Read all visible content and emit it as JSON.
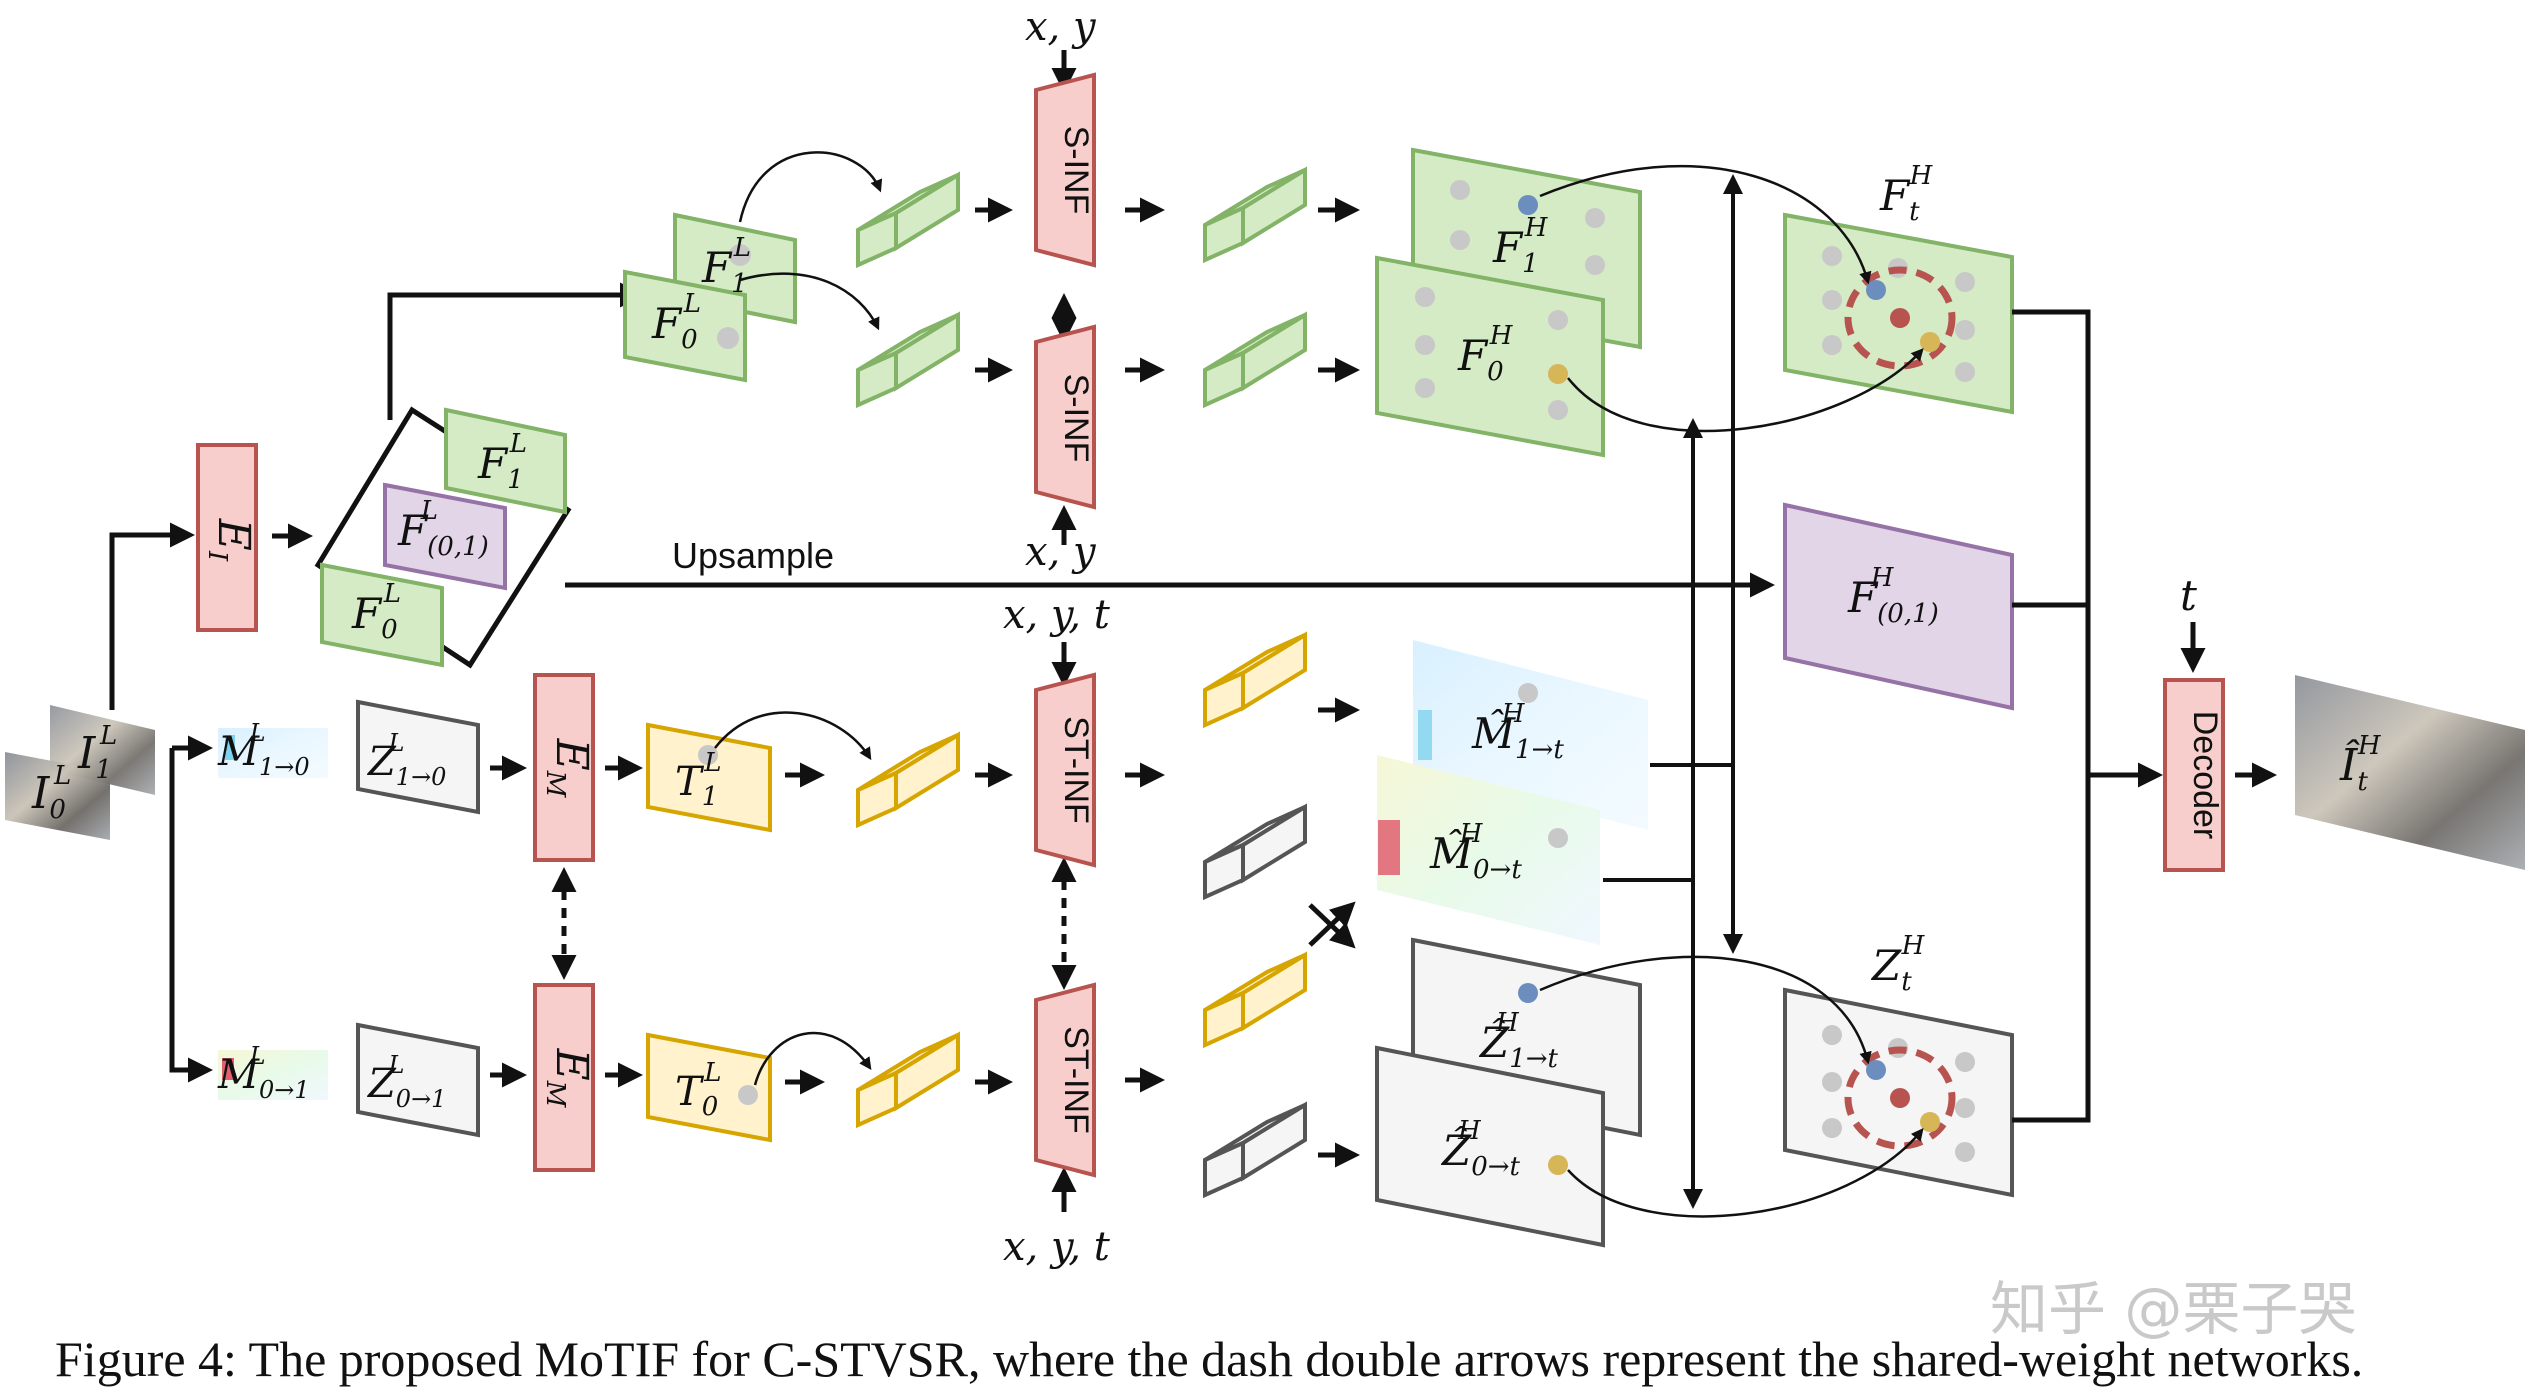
{
  "labels": {
    "ei_main": "E",
    "ei_sub": "I",
    "em_main": "E",
    "em_sub": "M",
    "upsample": "Upsample",
    "s_inf": "S-INF",
    "st_inf": "ST-INF",
    "decoder": "Decoder",
    "xy": "x, y",
    "xyt": "x, y, t",
    "t": "t",
    "f1l_main": "F",
    "f1l_sub": "1",
    "f1l_sup": "L",
    "f0l_main": "F",
    "f0l_sub": "0",
    "f0l_sup": "L",
    "f01l_main": "F",
    "f01l_sub": "(0,1)",
    "f01l_sup": "L",
    "f1h_main": "F",
    "f1h_sub": "1",
    "f1h_sup": "H",
    "f0h_main": "F",
    "f0h_sub": "0",
    "f0h_sup": "H",
    "fth_main": "F",
    "fth_sub": "t",
    "fth_sup": "H",
    "f01h_main": "F",
    "f01h_sub": "(0,1)",
    "f01h_sup": "H",
    "i0l_main": "I",
    "i0l_sub": "0",
    "i0l_sup": "L",
    "i1l_main": "I",
    "i1l_sub": "1",
    "i1l_sup": "L",
    "m10_main": "M",
    "m10_sub": "1→0",
    "m10_sup": "L",
    "m01_main": "M",
    "m01_sub": "0→1",
    "m01_sup": "L",
    "z10_main": "Z",
    "z10_sub": "1→0",
    "z10_sup": "L",
    "z01_main": "Z",
    "z01_sub": "0→1",
    "z01_sup": "L",
    "t1l_main": "T",
    "t1l_sub": "1",
    "t1l_sup": "L",
    "t0l_main": "T",
    "t0l_sub": "0",
    "t0l_sup": "L",
    "mh1_main": "M̂",
    "mh1_sub": "1→t",
    "mh1_sup": "H",
    "mh0_main": "M̂",
    "mh0_sub": "0→t",
    "mh0_sup": "H",
    "zh1_main": "Ẑ",
    "zh1_sub": "1→t",
    "zh1_sup": "H",
    "zh0_main": "Ẑ",
    "zh0_sub": "0→t",
    "zh0_sup": "H",
    "zt_main": "Z",
    "zt_sub": "t",
    "zt_sup": "H",
    "it_main": "Î",
    "it_sub": "t",
    "it_sup": "H"
  },
  "caption": "Figure 4: The proposed MoTIF for C-STVSR, where the dash double arrows represent the shared-weight networks.",
  "watermark": "知乎 @栗子哭",
  "colors": {
    "green_fill": "#d4ebc6",
    "green_stroke": "#82b366",
    "red_fill": "#f8cecc",
    "red_stroke": "#b85450",
    "purple_fill": "#e1d5e7",
    "purple_stroke": "#9673a6",
    "yellow_fill": "#fff2cc",
    "yellow_stroke": "#d6a500",
    "gray_fill": "#f5f5f5",
    "gray_stroke": "#555555",
    "blue_dot": "#6c8ebf",
    "red_dot": "#b85450",
    "gold_dot": "#d6b656"
  }
}
